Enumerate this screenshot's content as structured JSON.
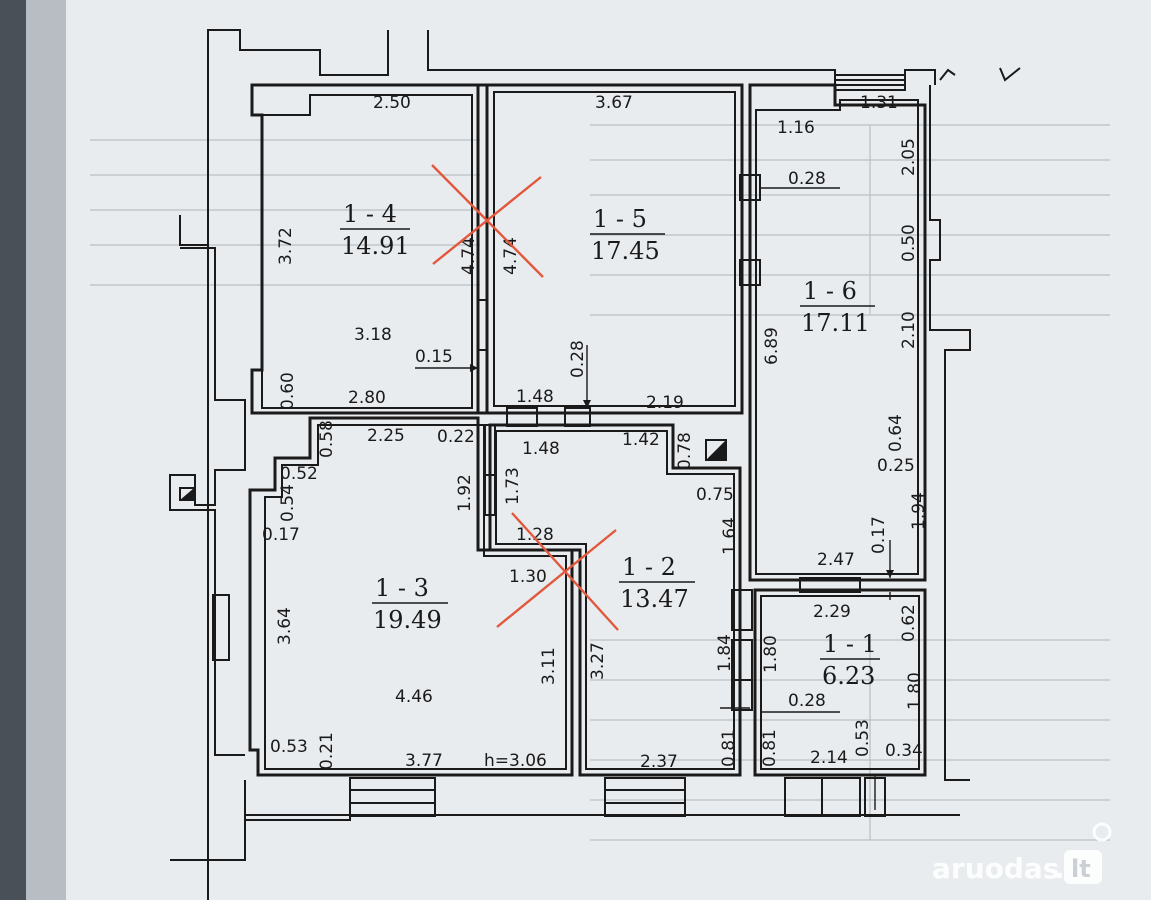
{
  "rooms": [
    {
      "id": "1 - 4",
      "area": "14.91"
    },
    {
      "id": "1 - 5",
      "area": "17.45"
    },
    {
      "id": "1 - 6",
      "area": "17.11"
    },
    {
      "id": "1 - 3",
      "area": "19.49"
    },
    {
      "id": "1 - 2",
      "area": "13.47"
    },
    {
      "id": "1 - 1",
      "area": "6.23"
    }
  ],
  "dims": {
    "r14_top": "2.50",
    "r14_left": "3.72",
    "r14_mid": "3.18",
    "r14_right": "4.74",
    "r14_bottom": "2.80",
    "r14_corner": "0.60",
    "r14_wall": "0.15",
    "r15_top": "3.67",
    "r15_left": "4.74",
    "r15_bottom_gap": "1.48",
    "r15_bottom": "2.19",
    "r15_wall": "0.28",
    "r16_top_left": "1.16",
    "r16_top_right": "1.31",
    "r16_right_top": "2.05",
    "r16_right_mid": "0.50",
    "r16_right_low": "2.10",
    "r16_left": "6.89",
    "r16_wall": "0.28",
    "r16_step1": "0.64",
    "r16_step2": "0.25",
    "r16_side": "1.94",
    "r16_bottom": "2.47",
    "r16_corner": "0.17",
    "r13_top": "2.25",
    "r13_corner_a": "0.58",
    "r13_corner_b": "0.52",
    "r13_corner_c": "0.54",
    "r13_corner_d": "0.17",
    "r13_wall": "0.22",
    "r13_right_top": "1.92",
    "r13_left": "3.64",
    "r13_mid": "4.46",
    "r13_notch": "1.30",
    "r13_right": "3.11",
    "r13_bottom": "3.77",
    "r13_bl_a": "0.53",
    "r13_bl_b": "0.21",
    "height": "h=3.06",
    "r12_top": "1.48",
    "r12_top_right": "1.42",
    "r12_corner": "0.78",
    "r12_left_top": "1.73",
    "r12_notch": "1.28",
    "r12_diag": "0.75",
    "r12_right": "1.64",
    "r12_left": "3.27",
    "r12_right_low": "1.84",
    "r12_bottom": "2.37",
    "r12_br": "0.81",
    "r11_top": "2.29",
    "r11_corner": "0.62",
    "r11_left": "1.80",
    "r11_right": "1.80",
    "r11_wall": "0.28",
    "r11_bl": "0.81",
    "r11_door": "0.53",
    "r11_bottom": "2.14",
    "r11_br": "0.34"
  },
  "watermark": {
    "name": "aruodas",
    "dot": ".",
    "tld": "lt"
  },
  "colors": {
    "cross": "#e2583c",
    "ink": "#1a1a1a",
    "paper": "#e9ecef"
  }
}
